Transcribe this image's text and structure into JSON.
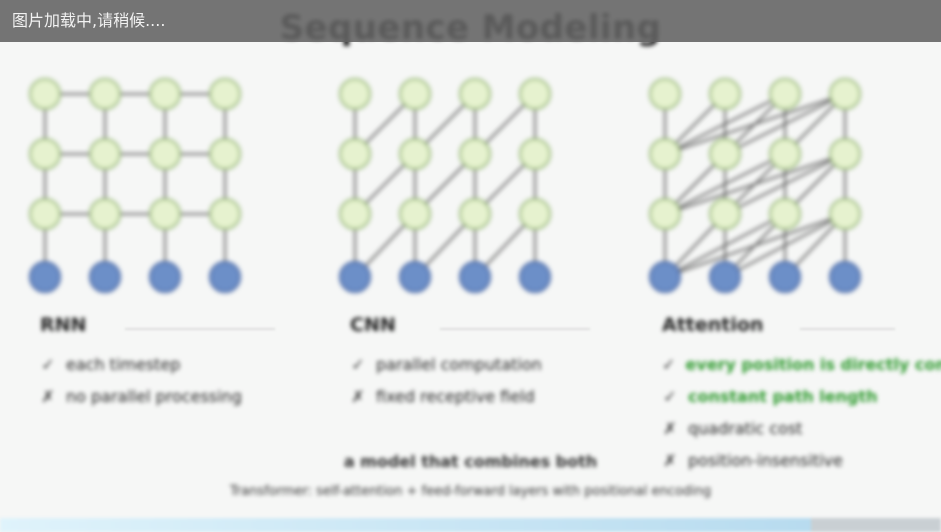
{
  "banner": {
    "text": "图片加载中,请稍候...."
  },
  "slide": {
    "title": "Sequence Modeling"
  },
  "panels": [
    {
      "heading": "RNN",
      "bullets": [
        {
          "glyph": "✓",
          "text": "each timestep"
        },
        {
          "glyph": "✗",
          "text": "no parallel processing"
        }
      ]
    },
    {
      "heading": "CNN",
      "bullets": [
        {
          "glyph": "✓",
          "text": "parallel computation"
        },
        {
          "glyph": "✗",
          "text": "fixed receptive field"
        }
      ]
    },
    {
      "heading": "Attention",
      "bullets": [
        {
          "glyph": "✓",
          "text": "every position is directly connected"
        },
        {
          "glyph": "✓",
          "text": "constant path length"
        },
        {
          "glyph": "✗",
          "text": "quadratic cost"
        },
        {
          "glyph": "✗",
          "text": "position-insensitive"
        }
      ]
    }
  ],
  "notes": {
    "center": "a model that combines both",
    "bottom": "Transformer: self-attention + feed-forward layers with positional encoding"
  },
  "player": {
    "progress_fraction": 0.871
  },
  "colors": {
    "banner_bg": "#626262",
    "node_green": "#e6f2cf",
    "node_blue": "#6c8fc8",
    "edge_gray": "#666666"
  }
}
